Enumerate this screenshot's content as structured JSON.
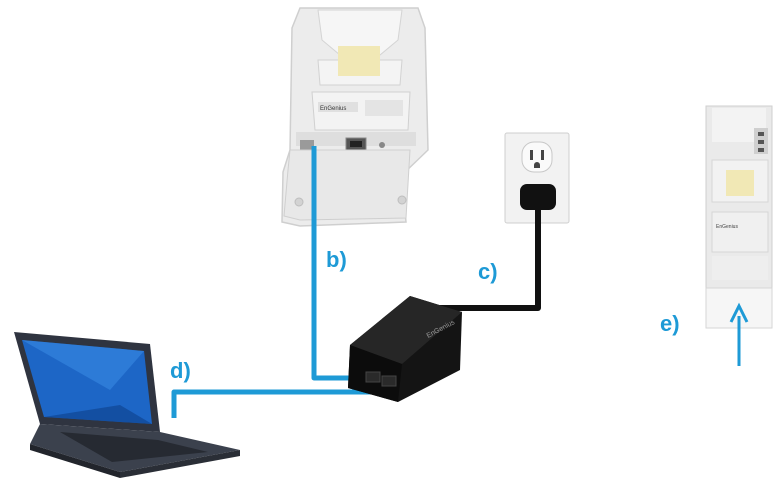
{
  "labels": {
    "b": "b)",
    "c": "c)",
    "d": "d)",
    "e": "e)"
  },
  "device_brand_text": "EnGenius",
  "colors": {
    "ethernet_cable": "#1e9ad6",
    "power_cable": "#111111",
    "label": "#1e9ad6",
    "device_body": "#e9e9e9",
    "poe_injector": "#161616",
    "laptop_body": "#3a3f4a",
    "laptop_screen": "#1d66c6"
  },
  "icons": {
    "access_point": "outdoor-access-point-icon",
    "wall_outlet": "wall-outlet-icon",
    "poe_injector": "poe-injector-icon",
    "laptop": "laptop-icon",
    "access_point_side": "access-point-side-view-icon",
    "arrow": "up-arrow-icon"
  }
}
